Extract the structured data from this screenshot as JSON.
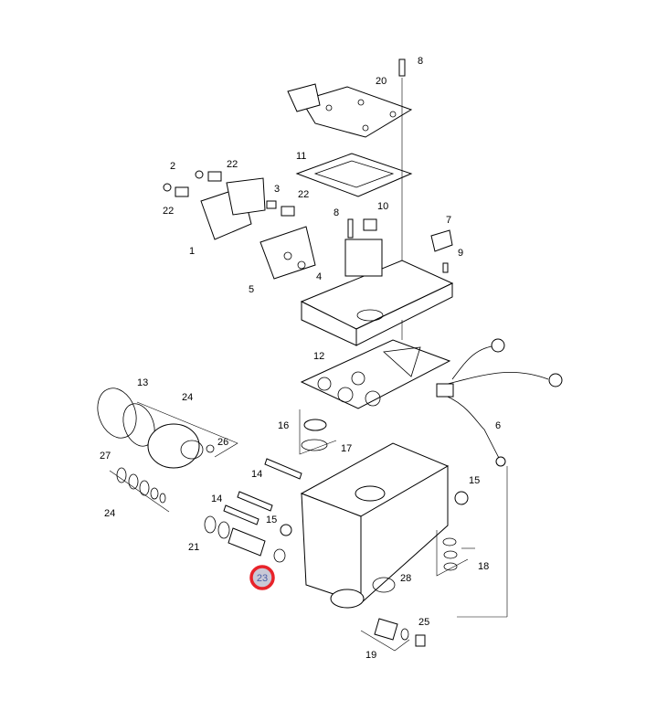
{
  "labels": {
    "l1": "1",
    "l2": "2",
    "l3": "3",
    "l4": "4",
    "l5": "5",
    "l6": "6",
    "l7": "7",
    "l8a": "8",
    "l8b": "8",
    "l9": "9",
    "l10": "10",
    "l11": "11",
    "l12": "12",
    "l13": "13",
    "l14a": "14",
    "l14b": "14",
    "l15a": "15",
    "l15b": "15",
    "l16": "16",
    "l17": "17",
    "l18": "18",
    "l19": "19",
    "l20": "20",
    "l21": "21",
    "l22a": "22",
    "l22b": "22",
    "l22c": "22",
    "l23": "23",
    "l24a": "24",
    "l24b": "24",
    "l25": "25",
    "l26": "26",
    "l27": "27",
    "l28": "28"
  },
  "highlight": {
    "label": "23",
    "ring_color": "#e8232a",
    "fill_color": "#c9c9d6",
    "text_color": "#4a5fa8"
  }
}
